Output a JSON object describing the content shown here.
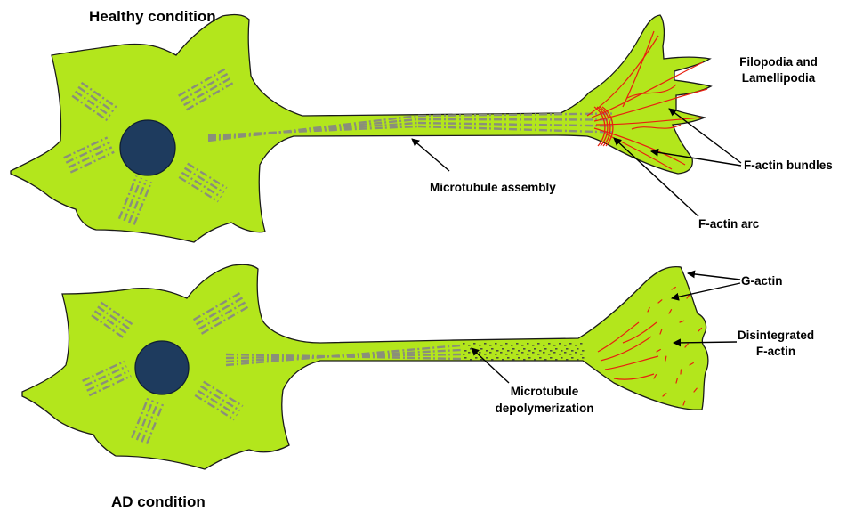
{
  "colors": {
    "cytoplasm": "#b3e61c",
    "outline": "#1a1a1a",
    "nucleus": "#1e3b5e",
    "microtubule": "#8a8f7a",
    "f_actin": "#e8200f",
    "arrow": "#000000",
    "background": "#ffffff"
  },
  "panels": {
    "healthy": {
      "title": "Healthy condition"
    },
    "ad": {
      "title": "AD condition"
    }
  },
  "labels": {
    "filopodia_line1": "Filopodia and",
    "filopodia_line2": "Lamellipodia",
    "f_actin_bundles": "F-actin bundles",
    "microtubule_assembly": "Microtubule assembly",
    "f_actin_arc": "F-actin arc",
    "g_actin": "G-actin",
    "disintegrated_line1": "Disintegrated",
    "disintegrated_line2": "F-actin",
    "depoly_line1": "Microtubule",
    "depoly_line2": "depolymerization"
  }
}
